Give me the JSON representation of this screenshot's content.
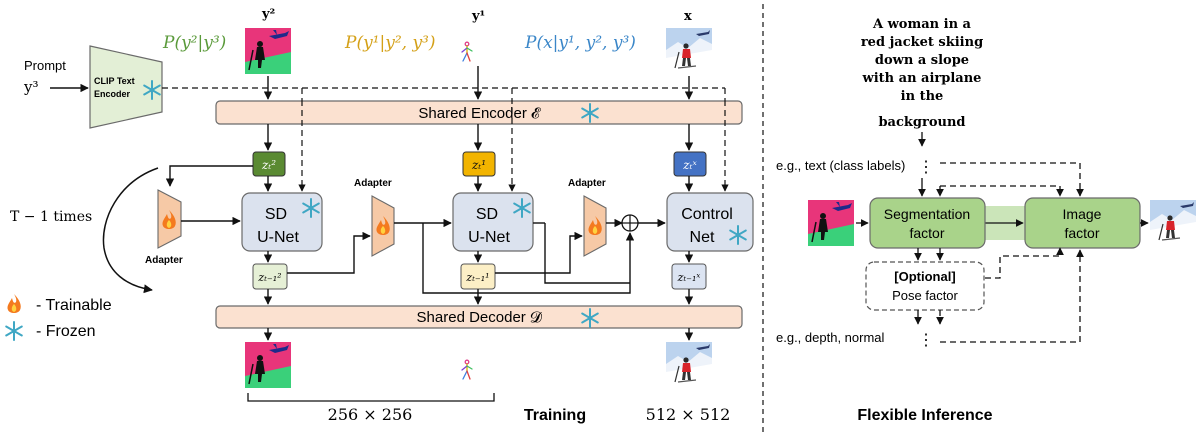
{
  "prompt": {
    "label": "Prompt",
    "var": "y³"
  },
  "clip": {
    "line1": "CLIP Text",
    "line2": "Encoder"
  },
  "probs": {
    "p1": "P(y²|y³)",
    "p2": "P(y¹|y², y³)",
    "p3": "P(x|y¹, y², y³)"
  },
  "vars": {
    "y2": "y²",
    "y1": "y¹",
    "x": "x"
  },
  "encoder": "Shared Encoder 𝓔",
  "decoder": "Shared Decoder 𝓓",
  "latents": {
    "zt_y2": "zₜ²",
    "zt_y1": "zₜ¹",
    "zt_x": "zₜˣ",
    "ztm1_y2": "zₜ₋₁²",
    "ztm1_y1": "zₜ₋₁¹",
    "ztm1_x": "zₜ₋₁ˣ"
  },
  "unets": {
    "sd1_a": "SD",
    "sd1_b": "U-Net",
    "sd2_a": "SD",
    "sd2_b": "U-Net",
    "cn_a": "Control",
    "cn_b": "Net"
  },
  "adapter": "Adapter",
  "loop": "T − 1 times",
  "legend": {
    "trainable": "- Trainable",
    "frozen": "- Frozen"
  },
  "sizes": {
    "small": "256 × 256",
    "large": "512 × 512"
  },
  "captions": {
    "training": "Training",
    "inference": "Flexible Inference"
  },
  "inference": {
    "text": [
      "A woman in a",
      "red jacket skiing",
      "down a slope",
      "with an airplane",
      "in the",
      "background"
    ],
    "eg_text": "e.g., text (class labels)",
    "seg1": "Segmentation",
    "seg2": "factor",
    "img1": "Image",
    "img2": "factor",
    "pose1": "[Optional]",
    "pose2": "Pose factor",
    "eg_depth": "e.g., depth, normal",
    "dots": "⋮"
  },
  "colors": {
    "band": "#fbe1d0",
    "unet": "#dbe2ee",
    "adapter": "#f6c9a6",
    "clip": "#e3efd6",
    "factor": "#a9d38a",
    "zt_y2": "#5a8a32",
    "zt_y1": "#f2b400",
    "zt_x": "#4472c4",
    "ztm1_y2": "#e6f0d6",
    "ztm1_y1": "#fcefc6",
    "ztm1_x": "#dce4f2",
    "p1": "#5a9a3a",
    "p2": "#d4a017",
    "p3": "#3a86c8"
  }
}
